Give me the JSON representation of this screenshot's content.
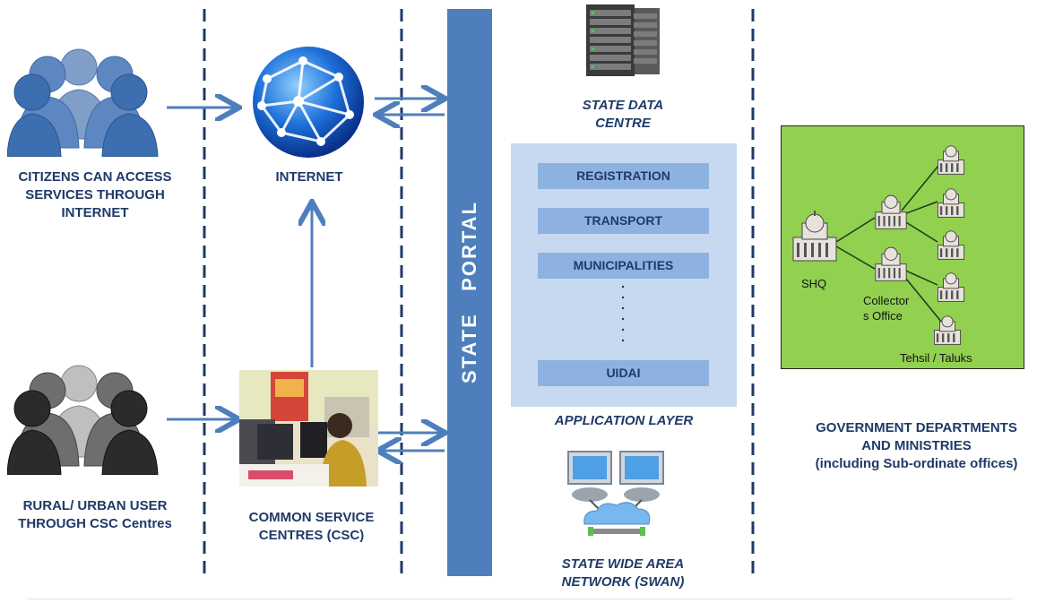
{
  "labels": {
    "citizens": "CITIZENS CAN ACCESS\nSERVICES THROUGH\nINTERNET",
    "internet": "INTERNET",
    "rural_user": "RURAL/ URBAN USER\nTHROUGH CSC Centres",
    "csc": "COMMON SERVICE\nCENTRES (CSC)",
    "state_portal": "STATE   PORTAL",
    "state_data_centre": "STATE DATA\nCENTRE",
    "application_layer": "APPLICATION LAYER",
    "swan": "STATE WIDE AREA\nNETWORK (SWAN)",
    "gov_departments": "GOVERNMENT DEPARTMENTS\nAND MINISTRIES\n(including Sub-ordinate offices)"
  },
  "application_items": [
    "REGISTRATION",
    "TRANSPORT",
    "MUNICIPALITIES",
    "UIDAI"
  ],
  "gov_hierarchy": {
    "shq": "SHQ",
    "collector": "Collector\ns Office",
    "tehsil": "Tehsil / Taluks"
  },
  "colors": {
    "label_text": "#1f3a68",
    "portal_bar": "#4e7fbc",
    "arrow": "#4e7fbc",
    "app_layer_bg": "#c6d9f0",
    "app_item_bg": "#8eb2e0",
    "gov_box_bg": "#92d050",
    "divider": "#1f3a68"
  }
}
